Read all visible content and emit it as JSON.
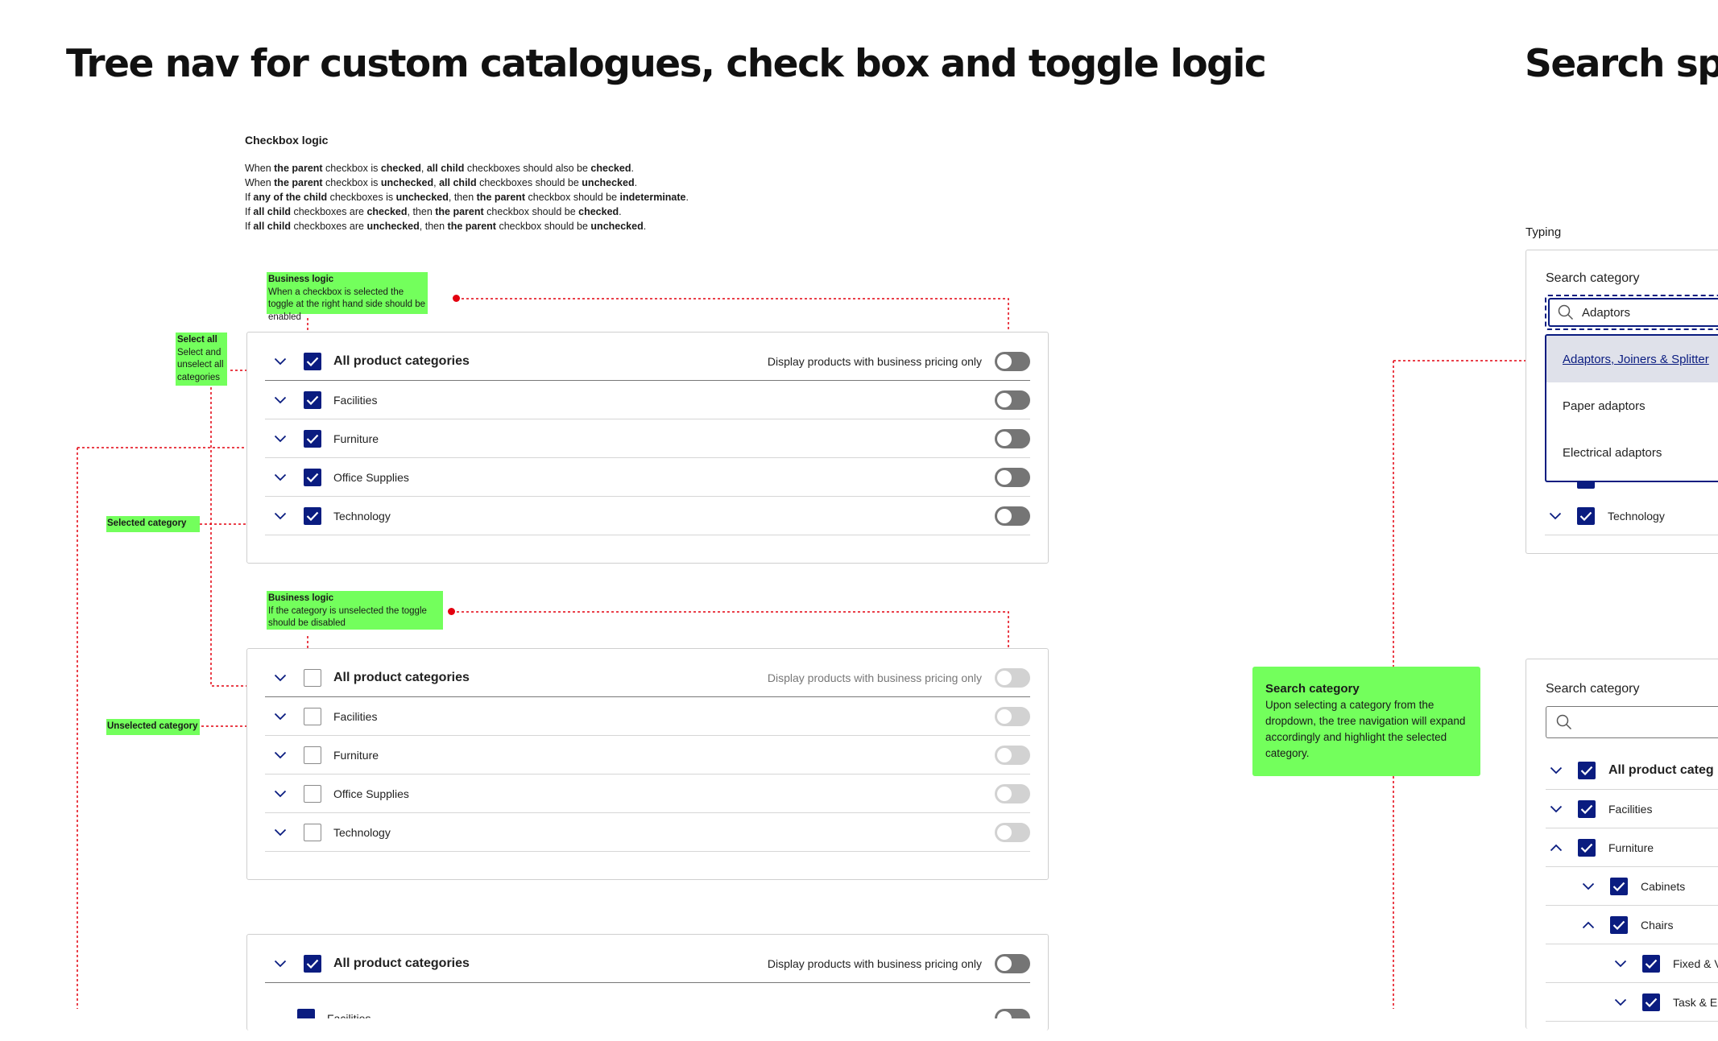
{
  "page": {
    "title_left": "Tree nav for custom catalogues, check box and toggle logic",
    "title_right": "Search spe"
  },
  "checkbox_logic": {
    "heading": "Checkbox logic",
    "rules": [
      [
        [
          "When ",
          false
        ],
        [
          "the parent",
          true
        ],
        [
          " checkbox is ",
          false
        ],
        [
          "checked",
          true
        ],
        [
          ", ",
          false
        ],
        [
          "all child",
          true
        ],
        [
          " checkboxes should also be ",
          false
        ],
        [
          "checked",
          true
        ],
        [
          ".",
          false
        ]
      ],
      [
        [
          "When ",
          false
        ],
        [
          "the parent",
          true
        ],
        [
          " checkbox is ",
          false
        ],
        [
          "unchecked",
          true
        ],
        [
          ", ",
          false
        ],
        [
          "all child",
          true
        ],
        [
          " checkboxes should be ",
          false
        ],
        [
          "unchecked",
          true
        ],
        [
          ".",
          false
        ]
      ],
      [
        [
          "If ",
          false
        ],
        [
          "any of the child",
          true
        ],
        [
          " checkboxes is ",
          false
        ],
        [
          "unchecked",
          true
        ],
        [
          ", then ",
          false
        ],
        [
          "the parent",
          true
        ],
        [
          " checkbox should be ",
          false
        ],
        [
          "indeterminate",
          true
        ],
        [
          ".",
          false
        ]
      ],
      [
        [
          "If ",
          false
        ],
        [
          "all child",
          true
        ],
        [
          " checkboxes are ",
          false
        ],
        [
          "checked",
          true
        ],
        [
          ", then ",
          false
        ],
        [
          "the parent",
          true
        ],
        [
          " checkbox should be ",
          false
        ],
        [
          "checked",
          true
        ],
        [
          ".",
          false
        ]
      ],
      [
        [
          "If ",
          false
        ],
        [
          "all child",
          true
        ],
        [
          " checkboxes are ",
          false
        ],
        [
          "unchecked",
          true
        ],
        [
          ", then ",
          false
        ],
        [
          "the parent",
          true
        ],
        [
          " checkbox should be ",
          false
        ],
        [
          "unchecked",
          true
        ],
        [
          ".",
          false
        ]
      ]
    ]
  },
  "annotations": {
    "business_logic_1": {
      "title": "Business logic",
      "body": "When a checkbox is selected the toggle at the right hand side should be enabled"
    },
    "business_logic_2": {
      "title": "Business logic",
      "body": "If the category is unselected the toggle should be disabled"
    },
    "select_all": {
      "title": "Select all",
      "body": "Select and unselect all categories"
    },
    "selected_category": {
      "title": "Selected category"
    },
    "unselected_category": {
      "title": "Unselected category"
    },
    "search_category": {
      "title": "Search category",
      "body": "Upon selecting a category from the dropdown, the tree navigation will expand accordingly and highlight the selected category."
    }
  },
  "tree_checked": {
    "header_label": "All product categories",
    "pricing_label": "Display products with business pricing only",
    "checked": true,
    "items": [
      "Facilities",
      "Furniture",
      "Office Supplies",
      "Technology"
    ]
  },
  "tree_unchecked": {
    "header_label": "All product categories",
    "pricing_label": "Display products with business pricing only",
    "checked": false,
    "items": [
      "Facilities",
      "Furniture",
      "Office Supplies",
      "Technology"
    ]
  },
  "tree_third": {
    "header_label": "All product categories",
    "pricing_label": "Display products with business pricing only",
    "partial_item": "Facilities"
  },
  "search_typing": {
    "section_label": "Typing",
    "field_label": "Search category",
    "input_value": "Adaptors",
    "suggestions": [
      "Adaptors, Joiners & Splitter",
      "Paper adaptors",
      "Electrical adaptors"
    ],
    "behind_item": "Technology"
  },
  "search_result": {
    "field_label": "Search category",
    "input_value": "",
    "tree": [
      {
        "label": "All product categ",
        "level": 0,
        "expanded": false,
        "bold": true
      },
      {
        "label": "Facilities",
        "level": 0,
        "expanded": false
      },
      {
        "label": "Furniture",
        "level": 0,
        "expanded": true
      },
      {
        "label": "Cabinets",
        "level": 1,
        "expanded": false
      },
      {
        "label": "Chairs",
        "level": 1,
        "expanded": true
      },
      {
        "label": "Fixed & V",
        "level": 2,
        "expanded": false
      },
      {
        "label": "Task & E",
        "level": 2,
        "expanded": false
      }
    ]
  },
  "colors": {
    "checkbox_checked": "#0a1c80",
    "annotation_green": "#73ff5c",
    "connector_red": "#e3000f",
    "toggle_enabled": "#757575",
    "toggle_disabled": "#d2d2d2"
  }
}
